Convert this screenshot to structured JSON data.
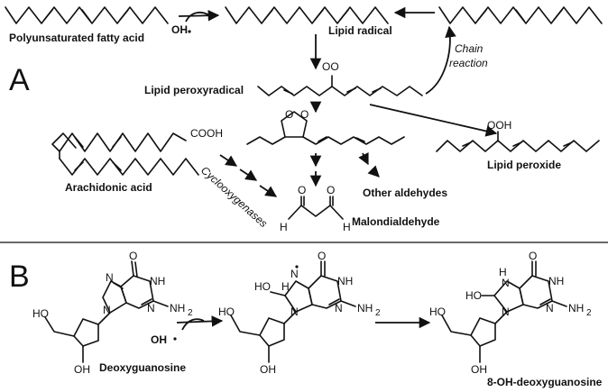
{
  "panel_a": {
    "letter": "A",
    "polyunsaturated_fatty_acid": "Polyunsaturated fatty acid",
    "lipid_radical": "Lipid radical",
    "lipid_peroxyradical": "Lipid peroxyradical",
    "chain_reaction_1": "Chain",
    "chain_reaction_2": "reaction",
    "lipid_peroxide": "Lipid peroxide",
    "arachidonic_acid": "Arachidonic acid",
    "cyclooxygenases": "Cyclooxygenases",
    "other_aldehydes": "Other aldehydes",
    "malondialdehyde": "Malondialdehyde",
    "oh_radical": "OH",
    "oo_radical": "OO",
    "ooh": "OOH",
    "cooh": "COOH",
    "ring_o1": "O",
    "ring_o2": "O",
    "ald_o1": "O",
    "ald_o2": "O",
    "ald_h1": "H",
    "ald_h2": "H"
  },
  "panel_b": {
    "letter": "B",
    "deoxyguanosine": "Deoxyguanosine",
    "product": "8-OH-deoxyguanosine",
    "oh_radical": "OH",
    "ho": "HO",
    "oh": "OH",
    "o": "O",
    "n": "N",
    "nh": "NH",
    "nh2": "NH",
    "h": "H",
    "sub2": "2"
  }
}
